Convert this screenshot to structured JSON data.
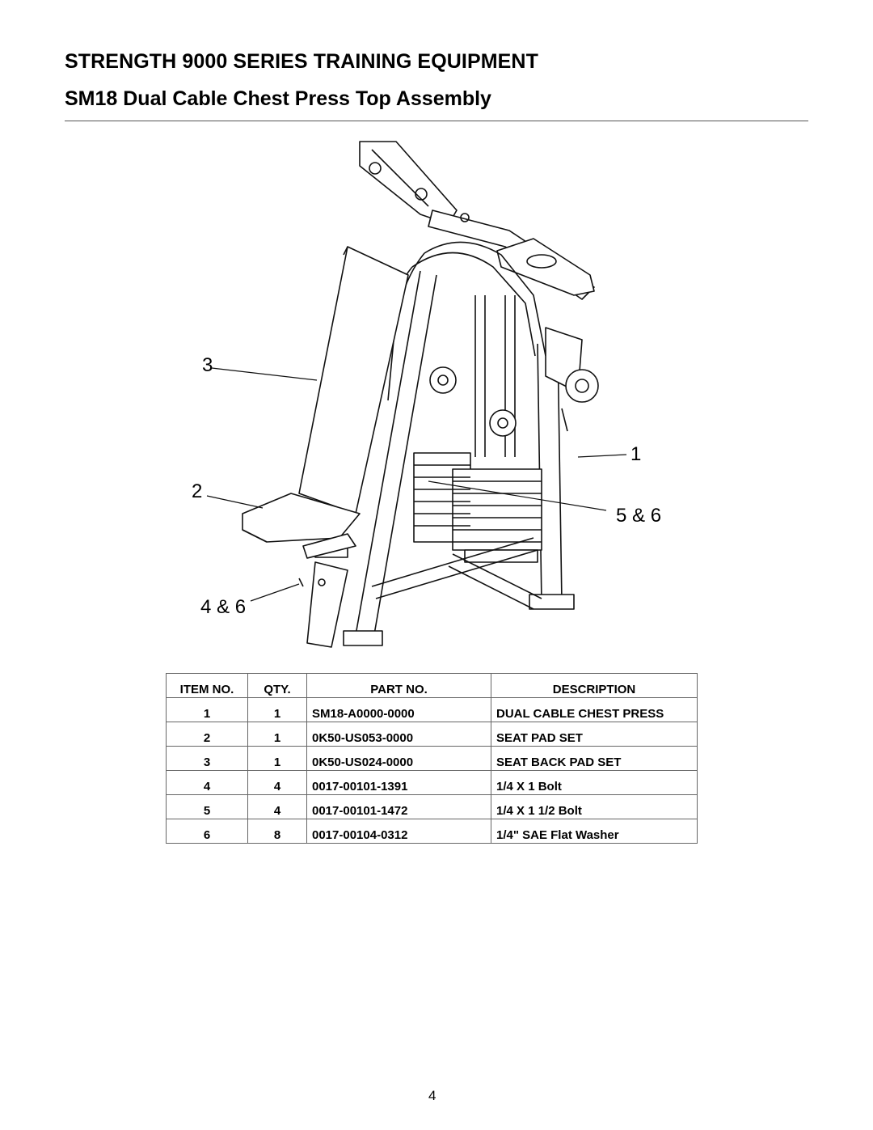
{
  "header": {
    "title": "STRENGTH 9000 SERIES TRAINING EQUIPMENT",
    "subtitle": "SM18 Dual Cable Chest Press Top Assembly"
  },
  "diagram": {
    "callouts": [
      "3",
      "2",
      "4 & 6",
      "1",
      "5 & 6"
    ]
  },
  "parts_table": {
    "headers": [
      "ITEM NO.",
      "QTY.",
      "PART NO.",
      "DESCRIPTION"
    ],
    "rows": [
      [
        "1",
        "1",
        "SM18-A0000-0000",
        "DUAL CABLE CHEST PRESS"
      ],
      [
        "2",
        "1",
        "0K50-US053-0000",
        "SEAT PAD SET"
      ],
      [
        "3",
        "1",
        "0K50-US024-0000",
        "SEAT BACK PAD SET"
      ],
      [
        "4",
        "4",
        "0017-00101-1391",
        "1/4 X 1 Bolt"
      ],
      [
        "5",
        "4",
        "0017-00101-1472",
        "1/4 X 1 1/2 Bolt"
      ],
      [
        "6",
        "8",
        "0017-00104-0312",
        "1/4\" SAE Flat Washer"
      ]
    ]
  },
  "footer": {
    "page_number": "4"
  }
}
